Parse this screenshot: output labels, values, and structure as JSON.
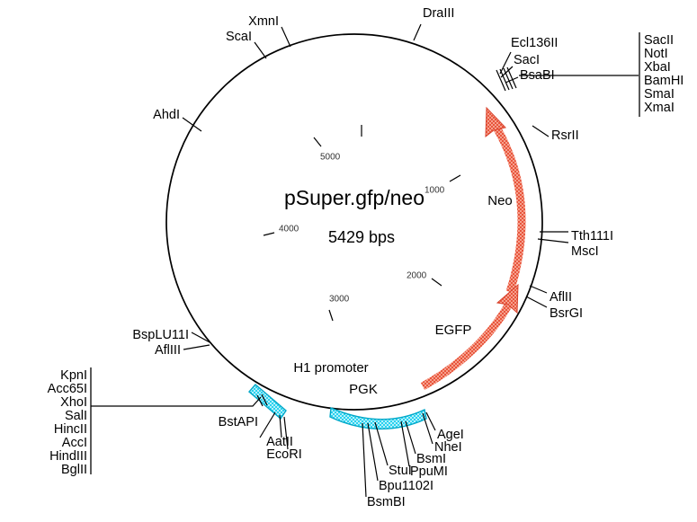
{
  "figure": {
    "name": "pSuper.gfp/neo plasmid map",
    "plasmid_name": "pSuper.gfp/neo",
    "size_label": "5429 bps",
    "size_bp": 5429,
    "background_color": "#ffffff",
    "backbone_color": "#000000",
    "feature_color": "#29d2ef",
    "gene_arrow_color": "#e8553c"
  },
  "scale_ticks": [
    {
      "label": "1000"
    },
    {
      "label": "2000"
    },
    {
      "label": "3000"
    },
    {
      "label": "4000"
    },
    {
      "label": "5000"
    }
  ],
  "genes": [
    {
      "label": "Neo"
    },
    {
      "label": "EGFP"
    }
  ],
  "features": [
    {
      "label": "H1 promoter"
    },
    {
      "label": "PGK"
    }
  ],
  "sites_top": [
    {
      "label": "ScaI"
    },
    {
      "label": "XmnI"
    },
    {
      "label": "DraIII"
    }
  ],
  "sites_upper_right": [
    {
      "label": "Ecl136II"
    },
    {
      "label": "SacI"
    },
    {
      "label": "BsaBI"
    }
  ],
  "polylinker_right": {
    "items": [
      {
        "label": "SacII"
      },
      {
        "label": "NotI"
      },
      {
        "label": "XbaI"
      },
      {
        "label": "BamHI"
      },
      {
        "label": "SmaI"
      },
      {
        "label": "XmaI"
      }
    ]
  },
  "sites_right": [
    {
      "label": "RsrII"
    },
    {
      "label": "Tth111I"
    },
    {
      "label": "MscI"
    },
    {
      "label": "AflII"
    },
    {
      "label": "BsrGI"
    }
  ],
  "sites_left": [
    {
      "label": "AhdI"
    },
    {
      "label": "BspLU11I"
    },
    {
      "label": "AflIII"
    }
  ],
  "polylinker_left": {
    "items": [
      {
        "label": "KpnI"
      },
      {
        "label": "Acc65I"
      },
      {
        "label": "XhoI"
      },
      {
        "label": "SalI"
      },
      {
        "label": "HincII"
      },
      {
        "label": "AccI"
      },
      {
        "label": "HindIII"
      },
      {
        "label": "BglII"
      }
    ]
  },
  "sites_bottom": [
    {
      "label": "BstAPI"
    },
    {
      "label": "AatII"
    },
    {
      "label": "EcoRI"
    },
    {
      "label": "StuI"
    },
    {
      "label": "Bpu1102I"
    },
    {
      "label": "BsmBI"
    },
    {
      "label": "BsmI"
    },
    {
      "label": "PpuMI"
    },
    {
      "label": "AgeI"
    },
    {
      "label": "NheI"
    }
  ]
}
